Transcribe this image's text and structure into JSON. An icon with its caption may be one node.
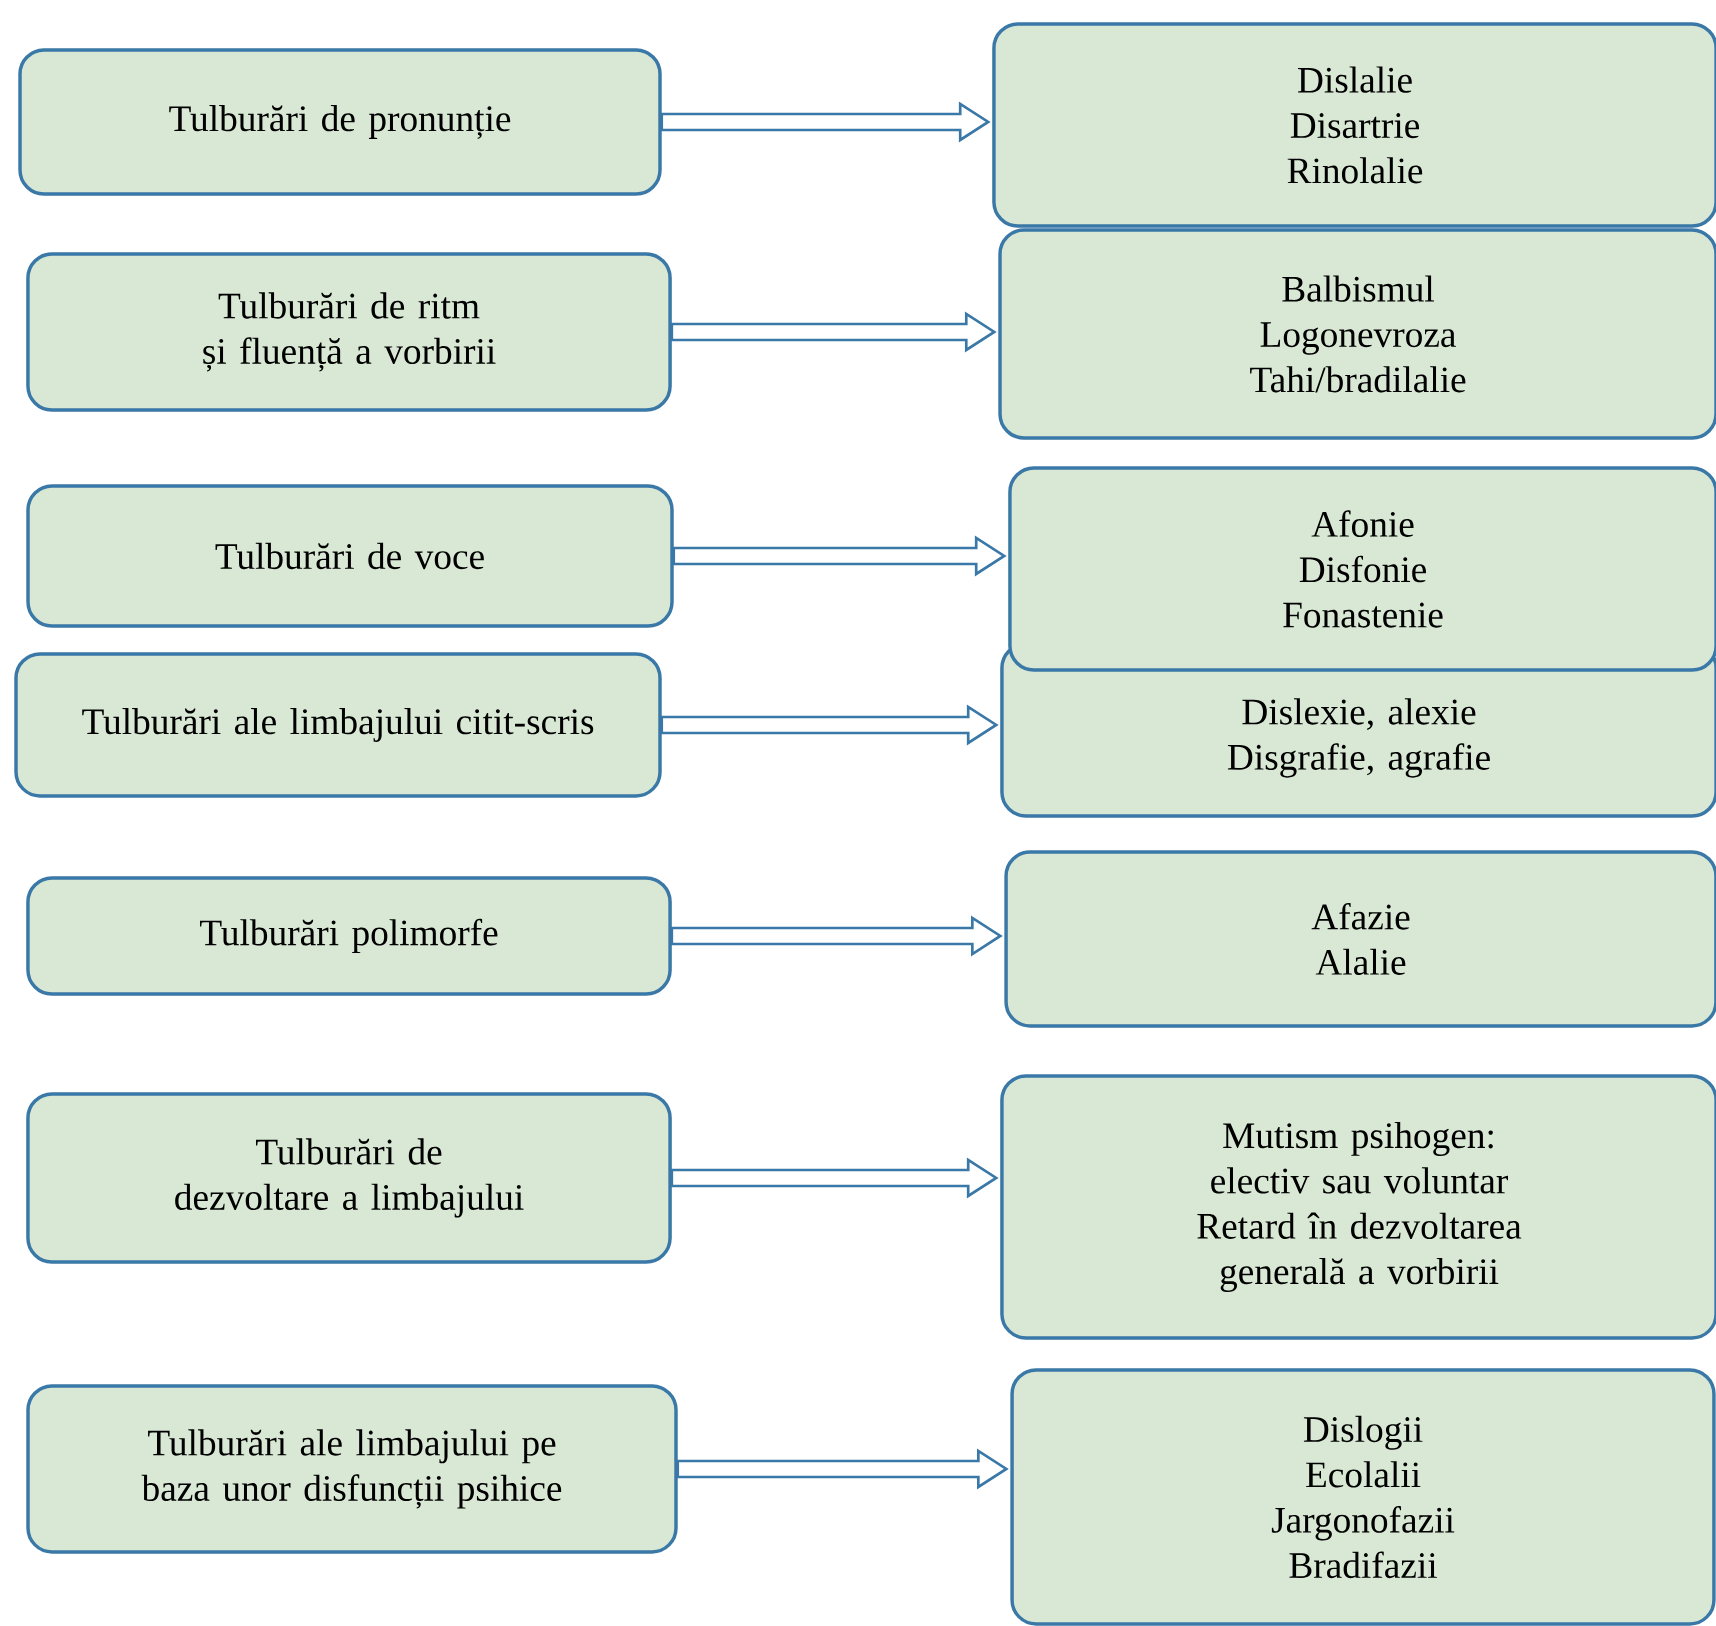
{
  "diagram": {
    "nodes": [
      {
        "text": [
          "Tulburări de pronunție"
        ]
      },
      {
        "text": [
          "Dislalie",
          "Disartrie",
          "Rinolalie"
        ]
      },
      {
        "text": [
          "Tulburări de ritm și fluență a vorbirii"
        ]
      },
      {
        "text": [
          "Balbismul",
          "Logonevroza",
          "Tahi/bradilalie"
        ]
      },
      {
        "text": [
          "Tulburări de voce"
        ]
      },
      {
        "text": [
          "Afonie",
          "Disfonie",
          "Fonastenie"
        ]
      },
      {
        "text": [
          "Tulburări ale limbajului citit-scris"
        ]
      },
      {
        "text": [
          "Dislexie, alexie",
          "Disgrafie, agrafie"
        ]
      },
      {
        "text": [
          "Tulburări polimorfe"
        ]
      },
      {
        "text": [
          "Afazie",
          "Alalie"
        ]
      },
      {
        "text": [
          "Tulburări de dezvoltare a limbajului"
        ]
      },
      {
        "text": [
          "Mutism psihogen: electiv sau voluntar",
          "Retard în dezvoltarea generală a vorbirii"
        ]
      },
      {
        "text": [
          "Tulburări ale limbajului pe baza unor disfuncții psihice"
        ]
      },
      {
        "text": [
          "Dislogii",
          "Ecolalii",
          "Jargonofazii",
          "Bradifazii"
        ]
      }
    ],
    "edges": [
      {
        "from": 0,
        "to": 1,
        "arrow": "to"
      },
      {
        "from": 2,
        "to": 3,
        "arrow": "to"
      },
      {
        "from": 4,
        "to": 5,
        "arrow": "to"
      },
      {
        "from": 6,
        "to": 7,
        "arrow": "to"
      },
      {
        "from": 8,
        "to": 9,
        "arrow": "to"
      },
      {
        "from": 10,
        "to": 11,
        "arrow": "to"
      },
      {
        "from": 12,
        "to": 13,
        "arrow": "to"
      }
    ]
  }
}
